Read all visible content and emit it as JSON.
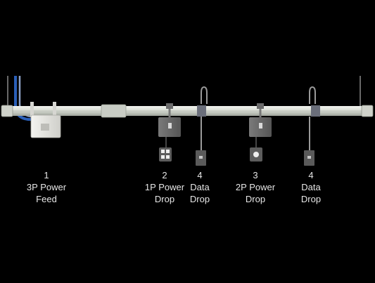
{
  "components": [
    {
      "number": "1",
      "line1": "3P Power",
      "line2": "Feed"
    },
    {
      "number": "2",
      "line1": "1P Power",
      "line2": "Drop"
    },
    {
      "number": "4",
      "line1": "Data",
      "line2": "Drop"
    },
    {
      "number": "3",
      "line1": "2P Power",
      "line2": "Drop"
    },
    {
      "number": "4",
      "line1": "Data",
      "line2": "Drop"
    }
  ],
  "colors": {
    "background": "#000000",
    "busway": "#d9ddd5",
    "feed_box": "#e8e8e4",
    "drop_box": "#6c6c6c",
    "data_box": "#5a5a5a",
    "blue_cable": "#2a5fb8",
    "label_text": "#e6e6e6"
  }
}
